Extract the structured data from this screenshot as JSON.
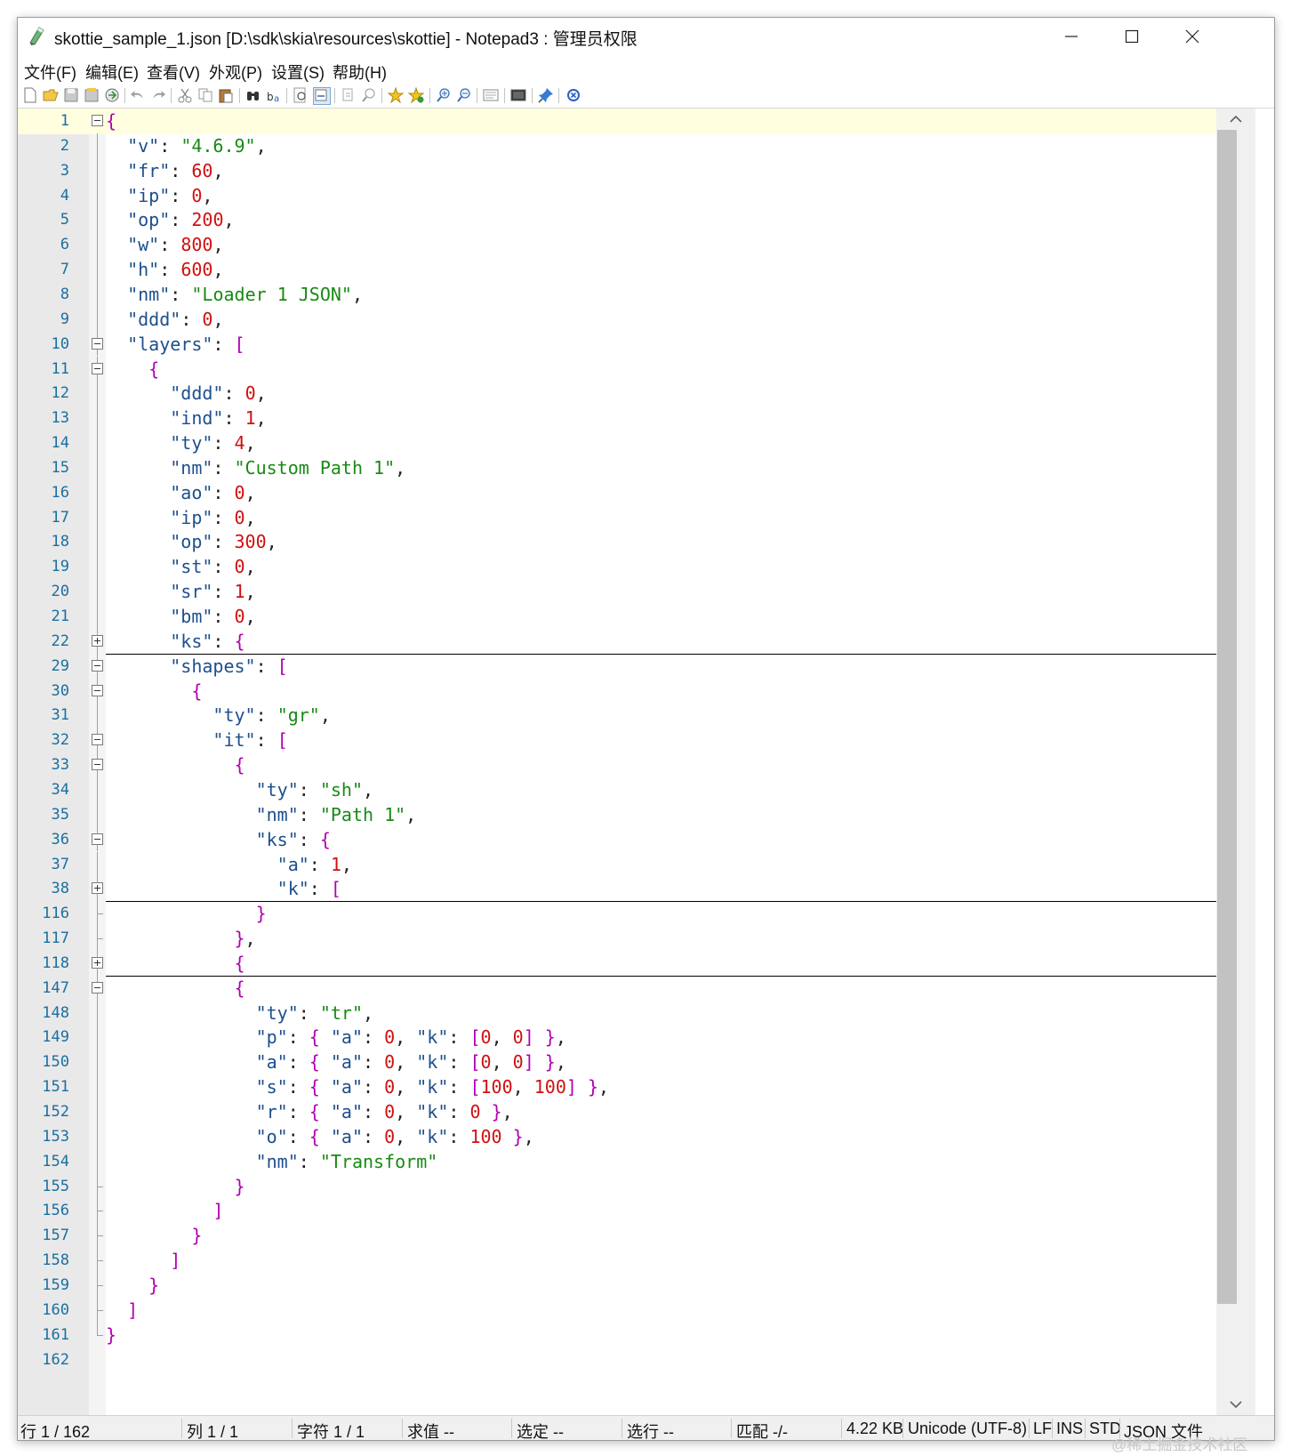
{
  "window": {
    "title": "skottie_sample_1.json [D:\\sdk\\skia\\resources\\skottie] - Notepad3 : 管理员权限"
  },
  "menu": [
    "文件(F)",
    "编辑(E)",
    "查看(V)",
    "外观(P)",
    "设置(S)",
    "帮助(H)"
  ],
  "toolbar": [
    "new-file-icon",
    "open-folder-icon",
    "save-icon",
    "save-as-icon",
    "browse-icon",
    "undo-icon",
    "redo-icon",
    "cut-icon",
    "copy-icon",
    "paste-icon",
    "find-icon",
    "replace-icon",
    "word-wrap-icon",
    "view-whitespace-icon",
    "goto-icon",
    "find-next-icon",
    "bookmark-icon",
    "bookmark-add-icon",
    "zoom-in-icon",
    "zoom-out-icon",
    "schemes-icon",
    "screen-icon",
    "pin-icon",
    "close-file-icon"
  ],
  "editor": {
    "lines": [
      {
        "n": "1",
        "indent": 0,
        "tokens": [
          [
            "b",
            "{"
          ]
        ],
        "fold": "open",
        "current": true
      },
      {
        "n": "2",
        "indent": 1,
        "tokens": [
          [
            "k",
            "\"v\""
          ],
          [
            "p",
            ": "
          ],
          [
            "s",
            "\"4.6.9\""
          ],
          [
            "p",
            ","
          ]
        ]
      },
      {
        "n": "3",
        "indent": 1,
        "tokens": [
          [
            "k",
            "\"fr\""
          ],
          [
            "p",
            ": "
          ],
          [
            "n",
            "60"
          ],
          [
            "p",
            ","
          ]
        ]
      },
      {
        "n": "4",
        "indent": 1,
        "tokens": [
          [
            "k",
            "\"ip\""
          ],
          [
            "p",
            ": "
          ],
          [
            "n",
            "0"
          ],
          [
            "p",
            ","
          ]
        ]
      },
      {
        "n": "5",
        "indent": 1,
        "tokens": [
          [
            "k",
            "\"op\""
          ],
          [
            "p",
            ": "
          ],
          [
            "n",
            "200"
          ],
          [
            "p",
            ","
          ]
        ]
      },
      {
        "n": "6",
        "indent": 1,
        "tokens": [
          [
            "k",
            "\"w\""
          ],
          [
            "p",
            ": "
          ],
          [
            "n",
            "800"
          ],
          [
            "p",
            ","
          ]
        ]
      },
      {
        "n": "7",
        "indent": 1,
        "tokens": [
          [
            "k",
            "\"h\""
          ],
          [
            "p",
            ": "
          ],
          [
            "n",
            "600"
          ],
          [
            "p",
            ","
          ]
        ]
      },
      {
        "n": "8",
        "indent": 1,
        "tokens": [
          [
            "k",
            "\"nm\""
          ],
          [
            "p",
            ": "
          ],
          [
            "s",
            "\"Loader 1 JSON\""
          ],
          [
            "p",
            ","
          ]
        ]
      },
      {
        "n": "9",
        "indent": 1,
        "tokens": [
          [
            "k",
            "\"ddd\""
          ],
          [
            "p",
            ": "
          ],
          [
            "n",
            "0"
          ],
          [
            "p",
            ","
          ]
        ]
      },
      {
        "n": "10",
        "indent": 1,
        "tokens": [
          [
            "k",
            "\"layers\""
          ],
          [
            "p",
            ": "
          ],
          [
            "b",
            "["
          ]
        ],
        "fold": "open"
      },
      {
        "n": "11",
        "indent": 2,
        "tokens": [
          [
            "b",
            "{"
          ]
        ],
        "fold": "open"
      },
      {
        "n": "12",
        "indent": 3,
        "tokens": [
          [
            "k",
            "\"ddd\""
          ],
          [
            "p",
            ": "
          ],
          [
            "n",
            "0"
          ],
          [
            "p",
            ","
          ]
        ]
      },
      {
        "n": "13",
        "indent": 3,
        "tokens": [
          [
            "k",
            "\"ind\""
          ],
          [
            "p",
            ": "
          ],
          [
            "n",
            "1"
          ],
          [
            "p",
            ","
          ]
        ]
      },
      {
        "n": "14",
        "indent": 3,
        "tokens": [
          [
            "k",
            "\"ty\""
          ],
          [
            "p",
            ": "
          ],
          [
            "n",
            "4"
          ],
          [
            "p",
            ","
          ]
        ]
      },
      {
        "n": "15",
        "indent": 3,
        "tokens": [
          [
            "k",
            "\"nm\""
          ],
          [
            "p",
            ": "
          ],
          [
            "s",
            "\"Custom Path 1\""
          ],
          [
            "p",
            ","
          ]
        ]
      },
      {
        "n": "16",
        "indent": 3,
        "tokens": [
          [
            "k",
            "\"ao\""
          ],
          [
            "p",
            ": "
          ],
          [
            "n",
            "0"
          ],
          [
            "p",
            ","
          ]
        ]
      },
      {
        "n": "17",
        "indent": 3,
        "tokens": [
          [
            "k",
            "\"ip\""
          ],
          [
            "p",
            ": "
          ],
          [
            "n",
            "0"
          ],
          [
            "p",
            ","
          ]
        ]
      },
      {
        "n": "18",
        "indent": 3,
        "tokens": [
          [
            "k",
            "\"op\""
          ],
          [
            "p",
            ": "
          ],
          [
            "n",
            "300"
          ],
          [
            "p",
            ","
          ]
        ]
      },
      {
        "n": "19",
        "indent": 3,
        "tokens": [
          [
            "k",
            "\"st\""
          ],
          [
            "p",
            ": "
          ],
          [
            "n",
            "0"
          ],
          [
            "p",
            ","
          ]
        ]
      },
      {
        "n": "20",
        "indent": 3,
        "tokens": [
          [
            "k",
            "\"sr\""
          ],
          [
            "p",
            ": "
          ],
          [
            "n",
            "1"
          ],
          [
            "p",
            ","
          ]
        ]
      },
      {
        "n": "21",
        "indent": 3,
        "tokens": [
          [
            "k",
            "\"bm\""
          ],
          [
            "p",
            ": "
          ],
          [
            "n",
            "0"
          ],
          [
            "p",
            ","
          ]
        ]
      },
      {
        "n": "22",
        "indent": 3,
        "tokens": [
          [
            "k",
            "\"ks\""
          ],
          [
            "p",
            ": "
          ],
          [
            "b",
            "{"
          ]
        ],
        "fold": "closed"
      },
      {
        "n": "29",
        "indent": 3,
        "tokens": [
          [
            "k",
            "\"shapes\""
          ],
          [
            "p",
            ": "
          ],
          [
            "b",
            "["
          ]
        ],
        "fold": "open"
      },
      {
        "n": "30",
        "indent": 4,
        "tokens": [
          [
            "b",
            "{"
          ]
        ],
        "fold": "open"
      },
      {
        "n": "31",
        "indent": 5,
        "tokens": [
          [
            "k",
            "\"ty\""
          ],
          [
            "p",
            ": "
          ],
          [
            "s",
            "\"gr\""
          ],
          [
            "p",
            ","
          ]
        ]
      },
      {
        "n": "32",
        "indent": 5,
        "tokens": [
          [
            "k",
            "\"it\""
          ],
          [
            "p",
            ": "
          ],
          [
            "b",
            "["
          ]
        ],
        "fold": "open"
      },
      {
        "n": "33",
        "indent": 6,
        "tokens": [
          [
            "b",
            "{"
          ]
        ],
        "fold": "open"
      },
      {
        "n": "34",
        "indent": 7,
        "tokens": [
          [
            "k",
            "\"ty\""
          ],
          [
            "p",
            ": "
          ],
          [
            "s",
            "\"sh\""
          ],
          [
            "p",
            ","
          ]
        ]
      },
      {
        "n": "35",
        "indent": 7,
        "tokens": [
          [
            "k",
            "\"nm\""
          ],
          [
            "p",
            ": "
          ],
          [
            "s",
            "\"Path 1\""
          ],
          [
            "p",
            ","
          ]
        ]
      },
      {
        "n": "36",
        "indent": 7,
        "tokens": [
          [
            "k",
            "\"ks\""
          ],
          [
            "p",
            ": "
          ],
          [
            "b",
            "{"
          ]
        ],
        "fold": "open"
      },
      {
        "n": "37",
        "indent": 8,
        "tokens": [
          [
            "k",
            "\"a\""
          ],
          [
            "p",
            ": "
          ],
          [
            "n",
            "1"
          ],
          [
            "p",
            ","
          ]
        ]
      },
      {
        "n": "38",
        "indent": 8,
        "tokens": [
          [
            "k",
            "\"k\""
          ],
          [
            "p",
            ": "
          ],
          [
            "b",
            "["
          ]
        ],
        "fold": "closed"
      },
      {
        "n": "116",
        "indent": 7,
        "tokens": [
          [
            "b",
            "}"
          ]
        ],
        "fold": "end"
      },
      {
        "n": "117",
        "indent": 6,
        "tokens": [
          [
            "b",
            "}"
          ],
          [
            "p",
            ","
          ]
        ],
        "fold": "end"
      },
      {
        "n": "118",
        "indent": 6,
        "tokens": [
          [
            "b",
            "{"
          ]
        ],
        "fold": "closed"
      },
      {
        "n": "147",
        "indent": 6,
        "tokens": [
          [
            "b",
            "{"
          ]
        ],
        "fold": "open"
      },
      {
        "n": "148",
        "indent": 7,
        "tokens": [
          [
            "k",
            "\"ty\""
          ],
          [
            "p",
            ": "
          ],
          [
            "s",
            "\"tr\""
          ],
          [
            "p",
            ","
          ]
        ]
      },
      {
        "n": "149",
        "indent": 7,
        "tokens": [
          [
            "k",
            "\"p\""
          ],
          [
            "p",
            ": "
          ],
          [
            "b",
            "{"
          ],
          [
            "p",
            " "
          ],
          [
            "k",
            "\"a\""
          ],
          [
            "p",
            ": "
          ],
          [
            "n",
            "0"
          ],
          [
            "p",
            ", "
          ],
          [
            "k",
            "\"k\""
          ],
          [
            "p",
            ": "
          ],
          [
            "b",
            "["
          ],
          [
            "n",
            "0"
          ],
          [
            "p",
            ", "
          ],
          [
            "n",
            "0"
          ],
          [
            "b",
            "]"
          ],
          [
            "p",
            " "
          ],
          [
            "b",
            "}"
          ],
          [
            "p",
            ","
          ]
        ]
      },
      {
        "n": "150",
        "indent": 7,
        "tokens": [
          [
            "k",
            "\"a\""
          ],
          [
            "p",
            ": "
          ],
          [
            "b",
            "{"
          ],
          [
            "p",
            " "
          ],
          [
            "k",
            "\"a\""
          ],
          [
            "p",
            ": "
          ],
          [
            "n",
            "0"
          ],
          [
            "p",
            ", "
          ],
          [
            "k",
            "\"k\""
          ],
          [
            "p",
            ": "
          ],
          [
            "b",
            "["
          ],
          [
            "n",
            "0"
          ],
          [
            "p",
            ", "
          ],
          [
            "n",
            "0"
          ],
          [
            "b",
            "]"
          ],
          [
            "p",
            " "
          ],
          [
            "b",
            "}"
          ],
          [
            "p",
            ","
          ]
        ]
      },
      {
        "n": "151",
        "indent": 7,
        "tokens": [
          [
            "k",
            "\"s\""
          ],
          [
            "p",
            ": "
          ],
          [
            "b",
            "{"
          ],
          [
            "p",
            " "
          ],
          [
            "k",
            "\"a\""
          ],
          [
            "p",
            ": "
          ],
          [
            "n",
            "0"
          ],
          [
            "p",
            ", "
          ],
          [
            "k",
            "\"k\""
          ],
          [
            "p",
            ": "
          ],
          [
            "b",
            "["
          ],
          [
            "n",
            "100"
          ],
          [
            "p",
            ", "
          ],
          [
            "n",
            "100"
          ],
          [
            "b",
            "]"
          ],
          [
            "p",
            " "
          ],
          [
            "b",
            "}"
          ],
          [
            "p",
            ","
          ]
        ]
      },
      {
        "n": "152",
        "indent": 7,
        "tokens": [
          [
            "k",
            "\"r\""
          ],
          [
            "p",
            ": "
          ],
          [
            "b",
            "{"
          ],
          [
            "p",
            " "
          ],
          [
            "k",
            "\"a\""
          ],
          [
            "p",
            ": "
          ],
          [
            "n",
            "0"
          ],
          [
            "p",
            ", "
          ],
          [
            "k",
            "\"k\""
          ],
          [
            "p",
            ": "
          ],
          [
            "n",
            "0"
          ],
          [
            "p",
            " "
          ],
          [
            "b",
            "}"
          ],
          [
            "p",
            ","
          ]
        ]
      },
      {
        "n": "153",
        "indent": 7,
        "tokens": [
          [
            "k",
            "\"o\""
          ],
          [
            "p",
            ": "
          ],
          [
            "b",
            "{"
          ],
          [
            "p",
            " "
          ],
          [
            "k",
            "\"a\""
          ],
          [
            "p",
            ": "
          ],
          [
            "n",
            "0"
          ],
          [
            "p",
            ", "
          ],
          [
            "k",
            "\"k\""
          ],
          [
            "p",
            ": "
          ],
          [
            "n",
            "100"
          ],
          [
            "p",
            " "
          ],
          [
            "b",
            "}"
          ],
          [
            "p",
            ","
          ]
        ]
      },
      {
        "n": "154",
        "indent": 7,
        "tokens": [
          [
            "k",
            "\"nm\""
          ],
          [
            "p",
            ": "
          ],
          [
            "s",
            "\"Transform\""
          ]
        ]
      },
      {
        "n": "155",
        "indent": 6,
        "tokens": [
          [
            "b",
            "}"
          ]
        ],
        "fold": "end"
      },
      {
        "n": "156",
        "indent": 5,
        "tokens": [
          [
            "b",
            "]"
          ]
        ],
        "fold": "end"
      },
      {
        "n": "157",
        "indent": 4,
        "tokens": [
          [
            "b",
            "}"
          ]
        ],
        "fold": "end"
      },
      {
        "n": "158",
        "indent": 3,
        "tokens": [
          [
            "b",
            "]"
          ]
        ],
        "fold": "end"
      },
      {
        "n": "159",
        "indent": 2,
        "tokens": [
          [
            "b",
            "}"
          ]
        ],
        "fold": "end"
      },
      {
        "n": "160",
        "indent": 1,
        "tokens": [
          [
            "b",
            "]"
          ]
        ],
        "fold": "end"
      },
      {
        "n": "161",
        "indent": 0,
        "tokens": [
          [
            "b",
            "}"
          ]
        ],
        "fold": "end"
      },
      {
        "n": "162",
        "indent": 0,
        "tokens": []
      }
    ]
  },
  "status": {
    "line": "行  1 / 162",
    "col": "列  1 / 1",
    "char": "字符  1 / 1",
    "eval": "求值  --",
    "sel": "选定  --",
    "sel_lines": "选行  --",
    "match": "匹配  -/-",
    "size": "4.22 KB",
    "encoding": "Unicode (UTF-8)",
    "eol": "LF",
    "ovr": "INS",
    "mode": "STD",
    "lexer": "JSON 文件"
  },
  "watermark": "@稀土掘金技术社区"
}
